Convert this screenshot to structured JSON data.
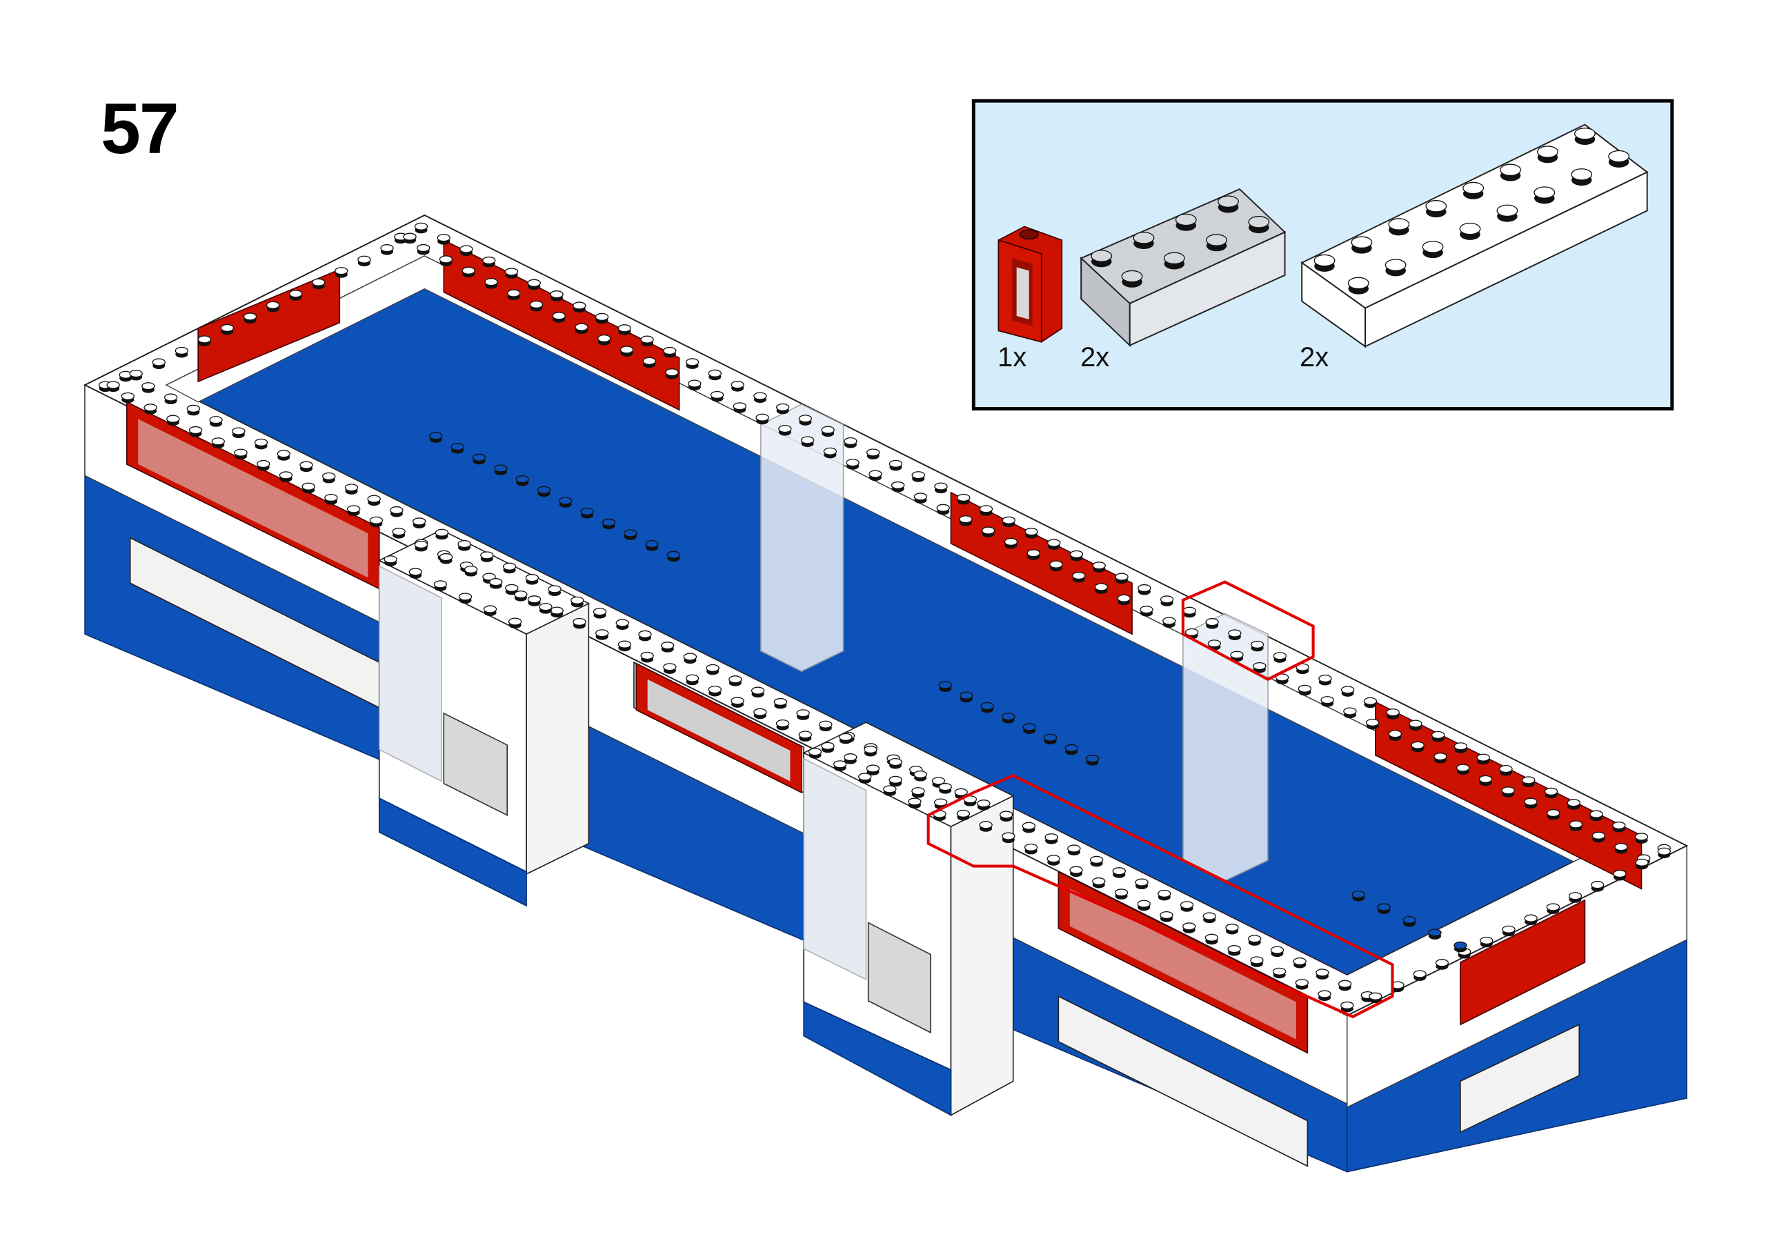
{
  "step_number": "57",
  "parts_list": {
    "items": [
      {
        "quantity": "1x",
        "part": "window-1x1x3",
        "color": "#cc1100"
      },
      {
        "quantity": "2x",
        "part": "brick-2x4-transparent",
        "color": "#c9cdd2"
      },
      {
        "quantity": "2x",
        "part": "brick-2x8",
        "color": "#ffffff"
      }
    ]
  },
  "colors": {
    "blue": "#0d52b8",
    "white": "#ffffff",
    "red": "#cc1100",
    "highlight": "#e00000",
    "parts_bg": "#d5edfb"
  }
}
